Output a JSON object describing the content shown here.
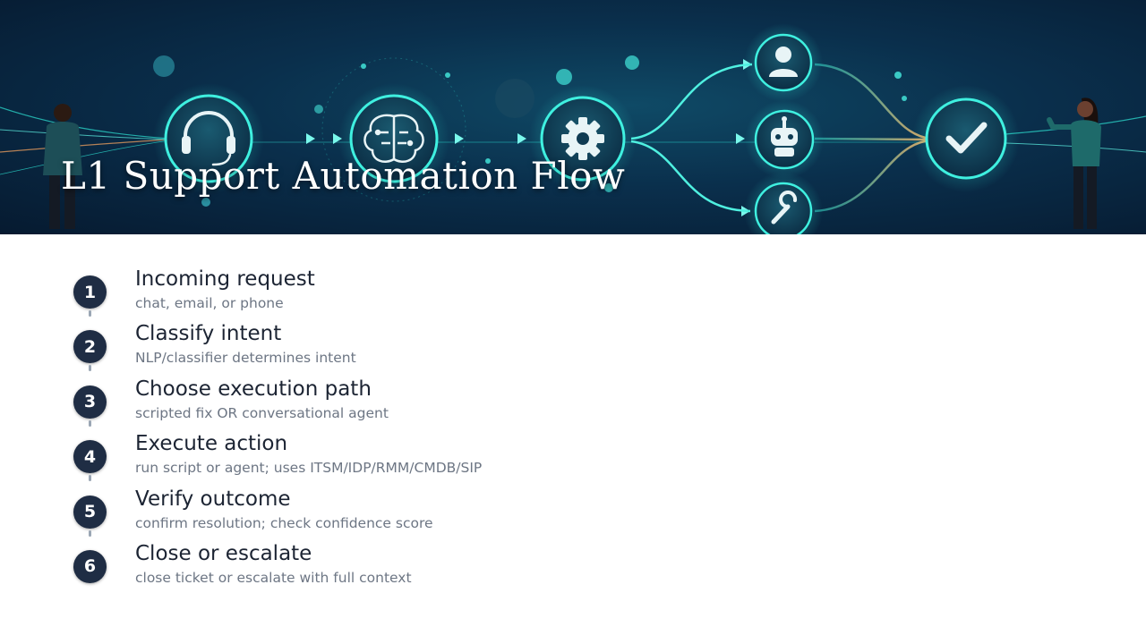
{
  "title": "L1 Support Automation Flow",
  "colors": {
    "banner_dark": "#061a30",
    "teal_glow": "#2ee6d6",
    "badge": "#1f2d44",
    "step_title": "#1c2433",
    "step_desc": "#6d7684"
  },
  "banner_icons": [
    "headset-icon",
    "brain-circuit-icon",
    "gear-icon",
    "user-icon",
    "robot-icon",
    "wrench-icon",
    "checkmark-icon"
  ],
  "steps": [
    {
      "number": "1",
      "title": "Incoming request",
      "description": "chat, email, or phone"
    },
    {
      "number": "2",
      "title": "Classify intent",
      "description": "NLP/classifier determines intent"
    },
    {
      "number": "3",
      "title": "Choose execution path",
      "description": "scripted fix OR conversational agent"
    },
    {
      "number": "4",
      "title": "Execute action",
      "description": "run script or agent; uses ITSM/IDP/RMM/CMDB/SIP"
    },
    {
      "number": "5",
      "title": "Verify outcome",
      "description": "confirm resolution; check confidence score"
    },
    {
      "number": "6",
      "title": "Close or escalate",
      "description": "close ticket or escalate with full context"
    }
  ]
}
